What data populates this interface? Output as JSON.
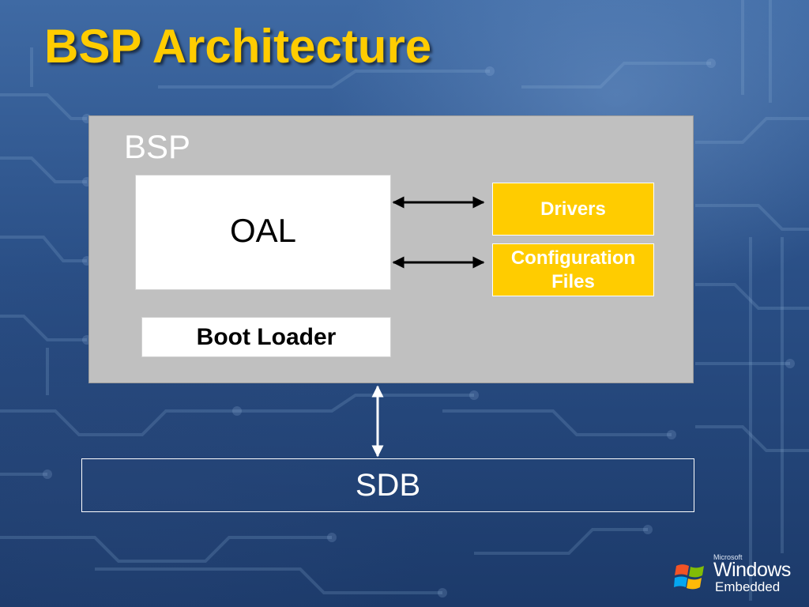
{
  "slide": {
    "title": "BSP Architecture"
  },
  "diagram": {
    "bsp_label": "BSP",
    "oal_label": "OAL",
    "boot_loader_label": "Boot Loader",
    "drivers_label": "Drivers",
    "config_line1": "Configuration",
    "config_line2": "Files",
    "sdb_label": "SDB"
  },
  "logo": {
    "maker": "Microsoft",
    "product": "Windows",
    "edition": "Embedded"
  },
  "colors": {
    "title": "#ffcc00",
    "bsp_container": "#c0c0c0",
    "component_box": "#ffcc00",
    "background": "#2a4f86"
  }
}
